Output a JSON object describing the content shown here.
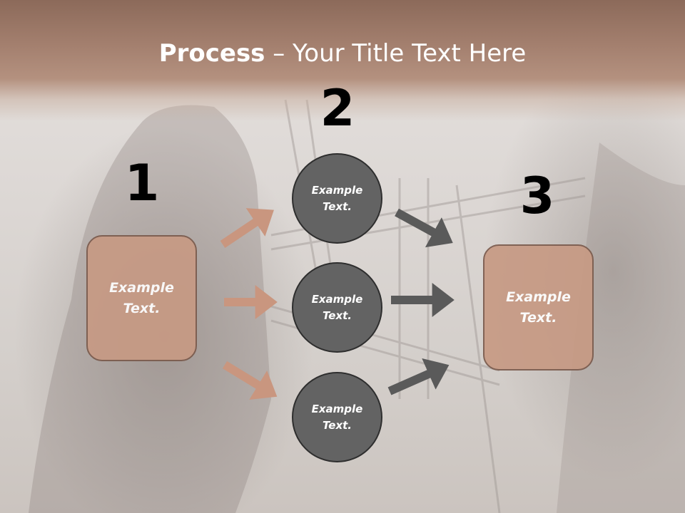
{
  "title": {
    "bold": "Process",
    "rest": " – Your Title Text Here"
  },
  "steps": {
    "one": {
      "number": "1",
      "text": "Example Text."
    },
    "two": {
      "number": "2",
      "circles": [
        "Example Text.",
        "Example Text.",
        "Example Text."
      ]
    },
    "three": {
      "number": "3",
      "text": "Example Text."
    }
  },
  "colors": {
    "box": "#c79a84",
    "circle": "#636363",
    "arrow_left": "#c9967f",
    "arrow_right": "#5a5a5a",
    "header": "#a27e6d"
  }
}
